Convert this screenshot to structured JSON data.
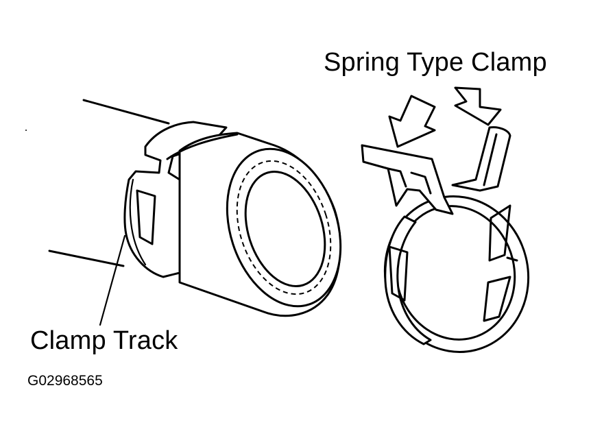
{
  "labels": {
    "spring_type_clamp": "Spring Type Clamp",
    "clamp_track": "Clamp Track",
    "figure_code": "G02968565"
  },
  "colors": {
    "ink": "#000000",
    "paper": "#ffffff"
  }
}
